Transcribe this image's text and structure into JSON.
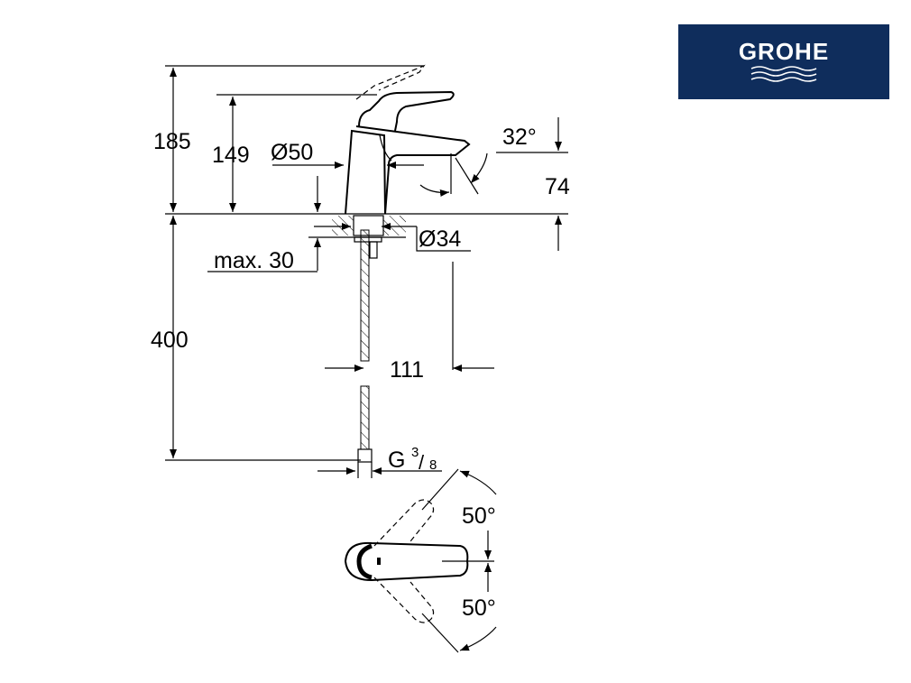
{
  "logo": {
    "text": "GROHE",
    "background": "#0f2d5c"
  },
  "dimensions": {
    "total_height": "185",
    "handle_height": "149",
    "body_diameter": "Ø50",
    "spout_angle": "32°",
    "spout_height": "74",
    "hole_diameter": "Ø34",
    "max_deck": "max. 30",
    "hose_length": "400",
    "projection": "111",
    "connection_g": "G",
    "connection_num": "3",
    "connection_den": "8",
    "rotation_up": "50°",
    "rotation_down": "50°"
  }
}
